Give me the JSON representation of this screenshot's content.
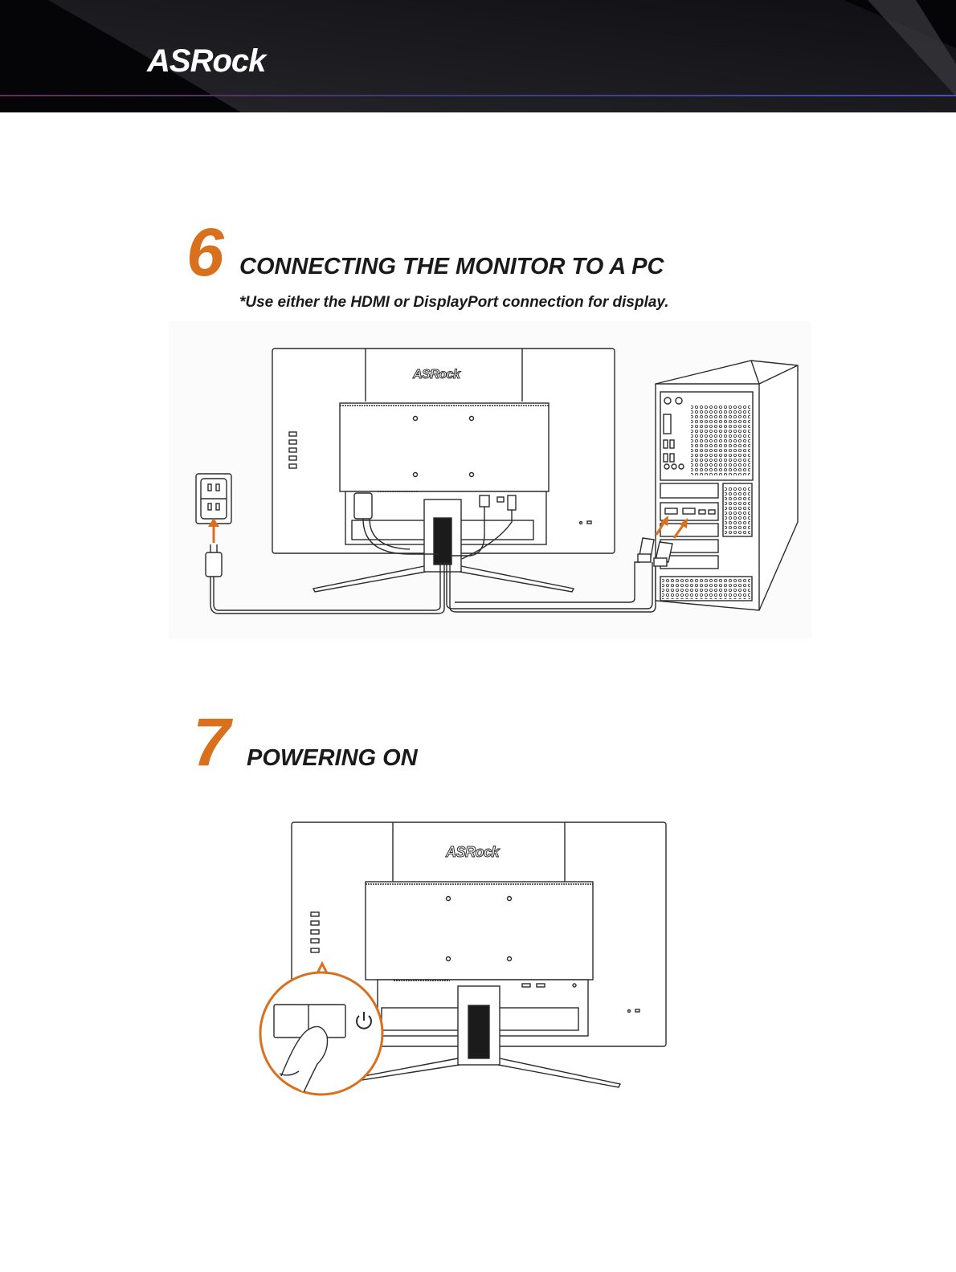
{
  "header": {
    "brand": "ASRock"
  },
  "sections": [
    {
      "number": "6",
      "title": "CONNECTING THE MONITOR TO A PC",
      "note": "*Use either the HDMI or DisplayPort connection for display.",
      "monitor_brand": "ASRock"
    },
    {
      "number": "7",
      "title": "POWERING ON",
      "monitor_brand": "ASRock"
    }
  ],
  "colors": {
    "accent": "#d9701e",
    "line": "#2b2b2b",
    "header_bg": "#050507"
  }
}
